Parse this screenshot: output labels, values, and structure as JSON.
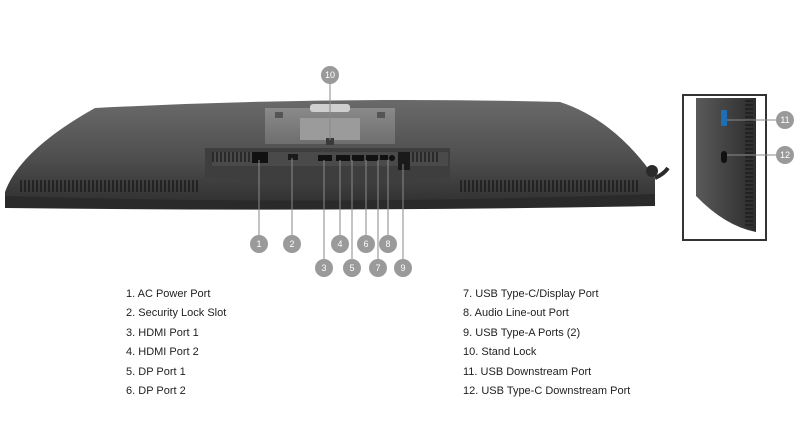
{
  "callouts": [
    {
      "num": "1",
      "label": "AC Power Port"
    },
    {
      "num": "2",
      "label": "Security Lock Slot"
    },
    {
      "num": "3",
      "label": "HDMI Port 1"
    },
    {
      "num": "4",
      "label": "HDMI Port 2"
    },
    {
      "num": "5",
      "label": "DP Port 1"
    },
    {
      "num": "6",
      "label": "DP Port 2"
    },
    {
      "num": "7",
      "label": "USB Type-C/Display Port"
    },
    {
      "num": "8",
      "label": "Audio Line-out Port"
    },
    {
      "num": "9",
      "label": "USB Type-A Ports (2)"
    },
    {
      "num": "10",
      "label": "Stand Lock"
    },
    {
      "num": "11",
      "label": "USB Downstream Port"
    },
    {
      "num": "12",
      "label": "USB Type-C Downstream Port"
    }
  ],
  "colors": {
    "monitor_body": "#555555",
    "monitor_edge": "#2a2a2a",
    "callout_circle": "#9a9a9a",
    "leader_line": "#8a8a8a",
    "inset_frame": "#333333",
    "text": "#222222"
  }
}
